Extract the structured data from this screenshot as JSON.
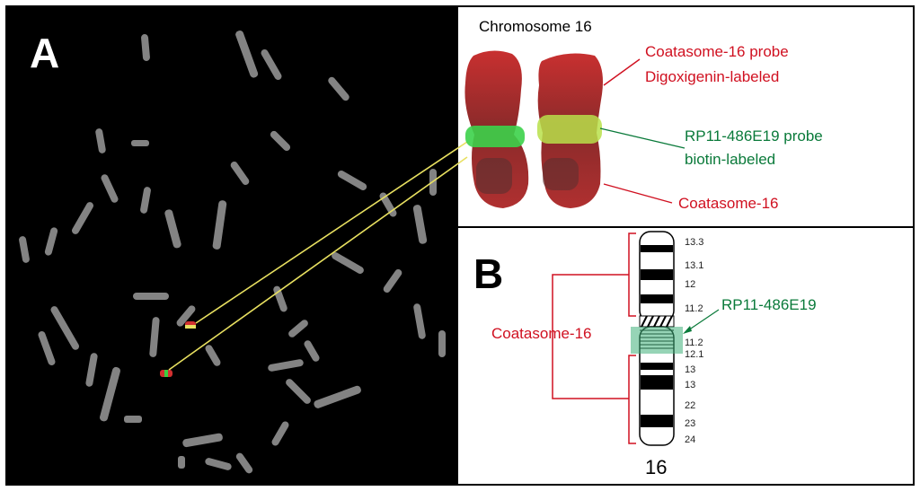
{
  "panel_a": {
    "label": "A"
  },
  "panel_b": {
    "label": "B"
  },
  "inset": {
    "title": "Chromosome 16",
    "probe1_line1": "Coatasome-16 probe",
    "probe1_line2": "Digoxigenin-labeled",
    "probe2_line1": "RP11-486E19 probe",
    "probe2_line2": "biotin-labeled",
    "target_label": "Coatasome-16"
  },
  "ideogram": {
    "region_label": "Coatasome-16",
    "clone_label": "RP11-486E19",
    "chromosome_number": "16",
    "bands": [
      "13.3",
      "13.1",
      "12",
      "11.2",
      "11.2",
      "12.1",
      "13",
      "13",
      "22",
      "23",
      "24"
    ]
  },
  "colors": {
    "red": "#d01020",
    "green": "#0a7a3a",
    "yellow": "#e8e060"
  }
}
